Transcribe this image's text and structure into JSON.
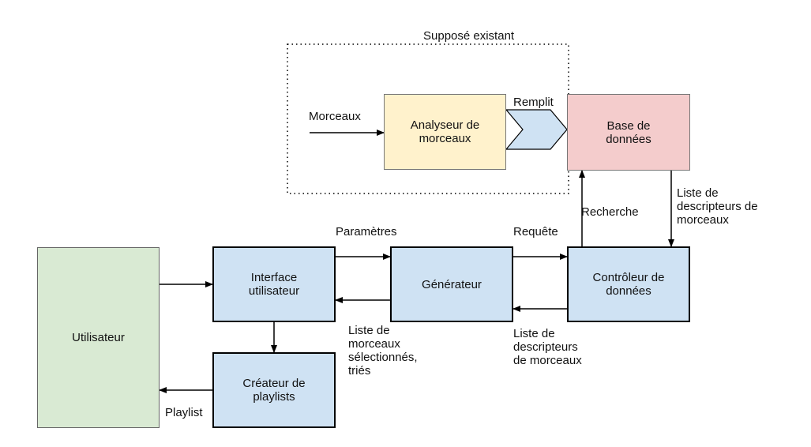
{
  "colors": {
    "user_fill": "#d9ead3",
    "component_fill": "#cfe2f3",
    "analyzer_fill": "#fff2cc",
    "database_fill": "#f4cccc",
    "stroke": "#000000"
  },
  "region": {
    "label": "Supposé existant"
  },
  "nodes": {
    "utilisateur": "Utilisateur",
    "interface": "Interface\nutilisateur",
    "generateur": "Générateur",
    "controleur": "Contrôleur de\ndonnées",
    "createur": "Créateur de\nplaylists",
    "analyseur": "Analyseur de\nmorceaux",
    "base": "Base de\ndonnées"
  },
  "edges": {
    "morceaux_in": "Morceaux",
    "remplit": "Remplit",
    "recherche": "Recherche",
    "liste_descripteurs_db": "Liste de\ndescripteurs de\nmorceaux",
    "parametres": "Paramètres",
    "requete": "Requête",
    "liste_selectionnes": "Liste de\nmorceaux\nsélectionnés,\ntriés",
    "liste_descripteurs_ctrl": "Liste de\ndescripteurs\nde morceaux",
    "playlist": "Playlist"
  }
}
